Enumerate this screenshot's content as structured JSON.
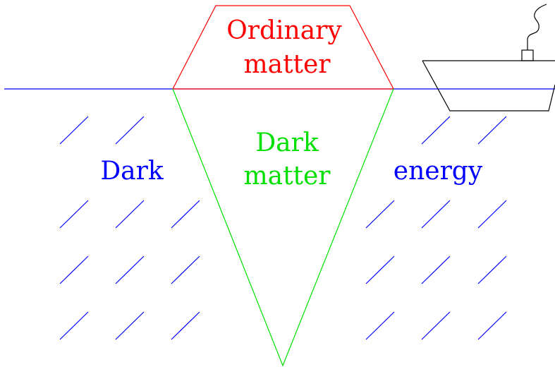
{
  "labels": {
    "ordinary_line1": "Ordinary",
    "ordinary_line2": "matter",
    "dark_matter_line1": "Dark",
    "dark_matter_line2": "matter",
    "dark_energy_left": "Dark",
    "dark_energy_right": "energy"
  },
  "colors": {
    "ordinary_matter": "#ff0000",
    "dark_matter": "#00e000",
    "dark_energy": "#0000ff",
    "boat": "#000000"
  }
}
